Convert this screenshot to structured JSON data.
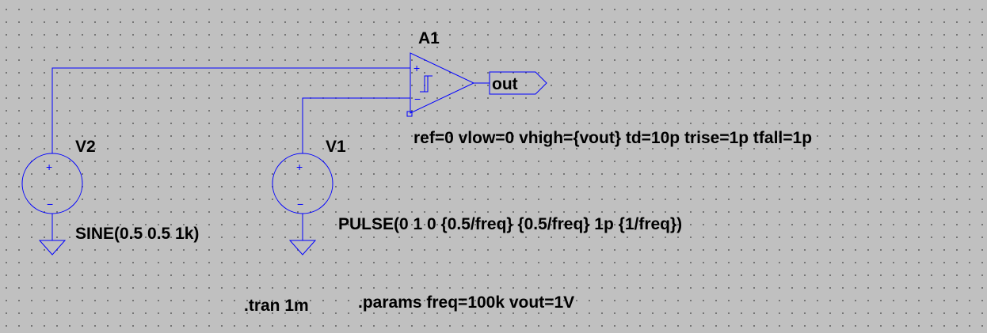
{
  "schematic": {
    "opamp": {
      "ref": "A1",
      "params": "ref=0 vlow=0 vhigh={vout} td=10p trise=1p tfall=1p",
      "plus_sign": "+",
      "minus_sign": "−"
    },
    "net_label": "out",
    "v1": {
      "ref": "V1",
      "value": "PULSE(0 1 0 {0.5/freq} {0.5/freq} 1p {1/freq})",
      "plus_sign": "+",
      "minus_sign": "−"
    },
    "v2": {
      "ref": "V2",
      "value": "SINE(0.5 0.5 1k)",
      "plus_sign": "+",
      "minus_sign": "−"
    },
    "directives": {
      "tran": ".tran 1m",
      "params": ".params freq=100k vout=1V"
    }
  },
  "colors": {
    "background": "#c0c0c0",
    "grid_dot": "#606060",
    "wire": "#0000ff",
    "text": "#000000"
  }
}
